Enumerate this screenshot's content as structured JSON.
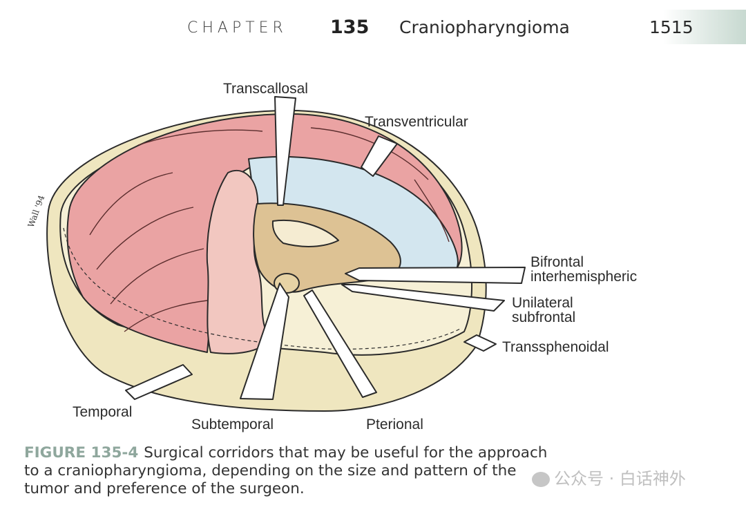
{
  "header": {
    "chapter_word": "CHAPTER",
    "chapter_number": "135",
    "chapter_title": "Craniopharyngioma",
    "page_number": "1515"
  },
  "figure": {
    "artist_signature": "Wall '94",
    "labels": {
      "transcallosal": "Transcallosal",
      "transventricular": "Transventricular",
      "bifrontal_line1": "Bifrontal",
      "bifrontal_line2": "interhemispheric",
      "unilateral_line1": "Unilateral",
      "unilateral_line2": "subfrontal",
      "transsphenoidal": "Transsphenoidal",
      "temporal": "Temporal",
      "subtemporal": "Subtemporal",
      "pterional": "Pterional"
    },
    "colors": {
      "brain": "#eaa3a3",
      "ventricle": "#d3e6ef",
      "skull": "#efe6bf",
      "deep_structures": "#ddc294",
      "outline": "#2a2a2a"
    }
  },
  "caption": {
    "figure_label": "FIGURE 135-4",
    "line1": "Surgical corridors that may be useful for the approach",
    "line2": "to a craniopharyngioma, depending on the size and pattern of the",
    "line3": "tumor and preference of the surgeon.",
    "label_color": "#8fa79d"
  },
  "watermark": {
    "text": "公众号 · 白话神外"
  }
}
